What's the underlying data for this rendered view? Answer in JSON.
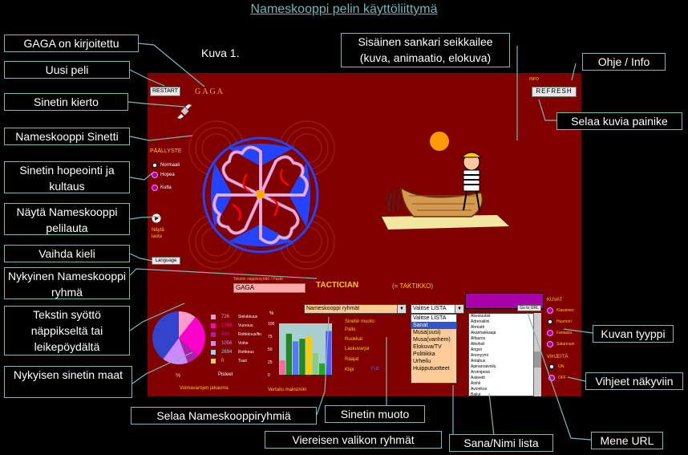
{
  "title": "Nameskooppi pelin käyttöliittymä",
  "figure_label": "Kuva 1.",
  "callouts": {
    "gaga": "GAGA on kirjoitettu",
    "uusi_peli": "Uusi peli",
    "sinetin_kierto": "Sinetin kierto",
    "sinetti": "Nameskooppi Sinetti",
    "hopeointi": "Sinetin hopeointi ja kultaus",
    "pelilauta": "Näytä Nameskooppi pelilauta",
    "kieli": "Vaihda kieli",
    "ryhma": "Nykyinen Nameskooppi ryhmä",
    "syotto": "Tekstin syöttö näppikseltä tai leikepöydältä",
    "maat": "Nykyisen sinetin maat",
    "sankari": "Sisäinen sankari seikkailee (kuva, animaatio, elokuva)",
    "ohje": "Ohje / Info",
    "selaa_kuvia": "Selaa kuvia painike",
    "kuvan_tyyppi": "Kuvan tyyppi",
    "vihjeet": "Vihjeet näkyviin",
    "mene_url": "Mene URL",
    "sana_lista": "Sana/Nimi lista",
    "viereisen": "Viereisen valikon ryhmät",
    "sinetin_muoto": "Sinetin muoto",
    "selaa_ryhmia": "Selaa Nameskooppiryhmiä"
  },
  "app": {
    "restart_label": "RESTART",
    "gaga_title": "GAGA",
    "info_label": "INFO",
    "refresh_label": "REFRESH",
    "paallyste": {
      "heading": "PÄÄLLYSTE",
      "options": [
        "Normaali",
        "Hopea",
        "Kulta"
      ]
    },
    "nayta_lauta": "Näytä\nlauta",
    "language_label": "Language",
    "input_label": "Tekstin näppissyöttö / Paste",
    "input_value": "GAGA",
    "tactician": "TACTICIAN",
    "taktikko": "(= TAKTIKKO)",
    "legend": [
      {
        "value": "726",
        "label": "Sielukkuus",
        "color": "#ff99cc"
      },
      {
        "value": "1789",
        "label": "Vuorous",
        "color": "#ff00cc"
      },
      {
        "value": "490",
        "label": "Rohkkous/flo",
        "color": "#aa22aa"
      },
      {
        "value": "1056",
        "label": "Voihe",
        "color": "#cc88ff"
      },
      {
        "value": "2694",
        "label": "Rohkeus",
        "color": "#88dddd"
      },
      {
        "value": "0",
        "label": "Tuuri",
        "color": "#ffcc66"
      }
    ],
    "pisteet": "Pisteet",
    "percent_sign": "%",
    "percent_header": "%",
    "voimavarojen": "Voimavarojen jakauma",
    "vertailu": "Vertailu maksimiin",
    "bar_axis": [
      "100",
      "75",
      "50",
      "25",
      "0"
    ],
    "ryhmat_select": "Nameskooppi ryhmät",
    "sinetin_muoto": {
      "heading": "Sinetin muoto:",
      "options": [
        "Pallo",
        "Ruokkat",
        "Laskuvarjot",
        "Raajat",
        "Klipi"
      ],
      "full": "Full"
    },
    "lista_select": "Valitse LISTA",
    "lista_options": [
      "Valitse LISTA",
      "Sanat",
      "Musa(uusi)",
      "Musa(vanhem)",
      "Elokuva/TV",
      "Politiikka",
      "Urheilu",
      "Huipputuotteet"
    ],
    "goto_label": "Go to URL",
    "words": [
      "Absoluutist",
      "Adrenaliini",
      "Ahmatti",
      "Akanhakkaaja",
      "Alfauros",
      "Alkoholi",
      "Angsti",
      "Anonyymi",
      "Antabus",
      "Apinanraivoilu",
      "Aromipesä",
      "Askeetti",
      "Atshii",
      "Aviorikos",
      "Bailut"
    ],
    "kuvat": {
      "heading": "KUVAT",
      "options": [
        "Klassinen",
        "Huumori",
        "Fantasia",
        "Satunnain"
      ]
    },
    "vihjeita": {
      "heading": "VIHJEITÄ",
      "options": [
        "ON",
        "OFF"
      ]
    }
  },
  "chart_data": [
    {
      "type": "pie",
      "title": "Voimavarojen jakauma",
      "categories": [
        "Sielukkuus",
        "Vuorous",
        "Rohkkous/flo",
        "Voihe",
        "Rohkeus",
        "Tuuri"
      ],
      "values": [
        726,
        1789,
        490,
        1056,
        2694,
        0
      ]
    },
    {
      "type": "bar",
      "title": "Vertailu maksimiin",
      "ylim": [
        0,
        100
      ],
      "yticks": [
        100,
        75,
        50,
        25,
        0
      ],
      "values": [
        28,
        80,
        65,
        70,
        75,
        42,
        22,
        85
      ],
      "colors": [
        "#ff6699",
        "#228822",
        "#5577ff",
        "#228822",
        "#ffcc00",
        "#88cc88",
        "#22aa22",
        "#5555ff"
      ]
    }
  ]
}
